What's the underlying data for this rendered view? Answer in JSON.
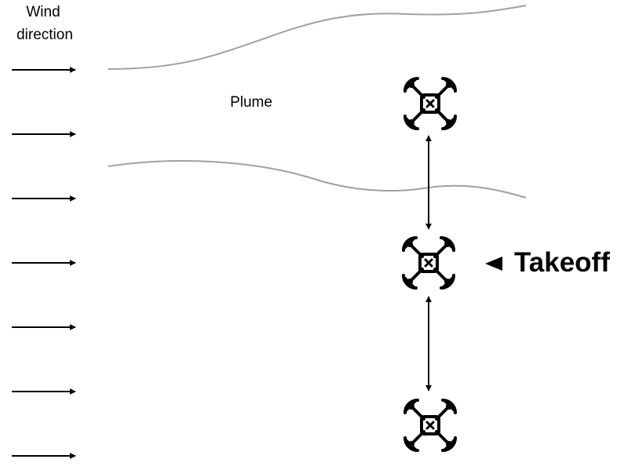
{
  "wind": {
    "label_line1": "Wind",
    "label_line2": "direction",
    "arrow_count": 7
  },
  "plume": {
    "label": "Plume"
  },
  "takeoff": {
    "label": "Takeoff"
  },
  "drones": [
    {
      "role": "upper-drone"
    },
    {
      "role": "takeoff-drone"
    },
    {
      "role": "lower-drone"
    }
  ],
  "colors": {
    "stroke": "#000000",
    "plume_boundary": "#a0a0a0",
    "background": "#ffffff"
  }
}
